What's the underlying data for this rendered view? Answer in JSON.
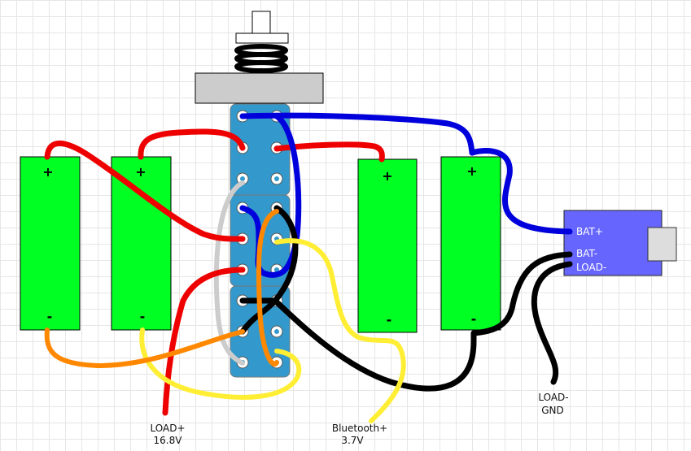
{
  "colors": {
    "battery": "#00ff22",
    "switch_board": "#3399cc",
    "module": "#6666ff",
    "wire_red": "#ee0000",
    "wire_blue": "#0000dd",
    "wire_black": "#000000",
    "wire_yellow": "#ffee33",
    "wire_orange": "#ff8800",
    "wire_gray": "#cccccc"
  },
  "batteries": [
    {
      "positive": "+",
      "negative": "-"
    },
    {
      "positive": "+",
      "negative": "-"
    },
    {
      "positive": "+",
      "negative": "-"
    },
    {
      "positive": "+",
      "negative": "-"
    }
  ],
  "module": {
    "pin_bat_plus": "BAT+",
    "pin_bat_minus": "BAT-",
    "pin_load_minus": "LOAD-"
  },
  "labels": {
    "load_plus": "LOAD+",
    "load_plus_voltage": "16.8V",
    "bluetooth_plus": "Bluetooth+",
    "bluetooth_voltage": "3.7V",
    "load_minus": "LOAD-",
    "load_minus_sub": "GND"
  },
  "icons": [
    "push-switch-icon",
    "spring-icon",
    "usb-port-icon"
  ]
}
